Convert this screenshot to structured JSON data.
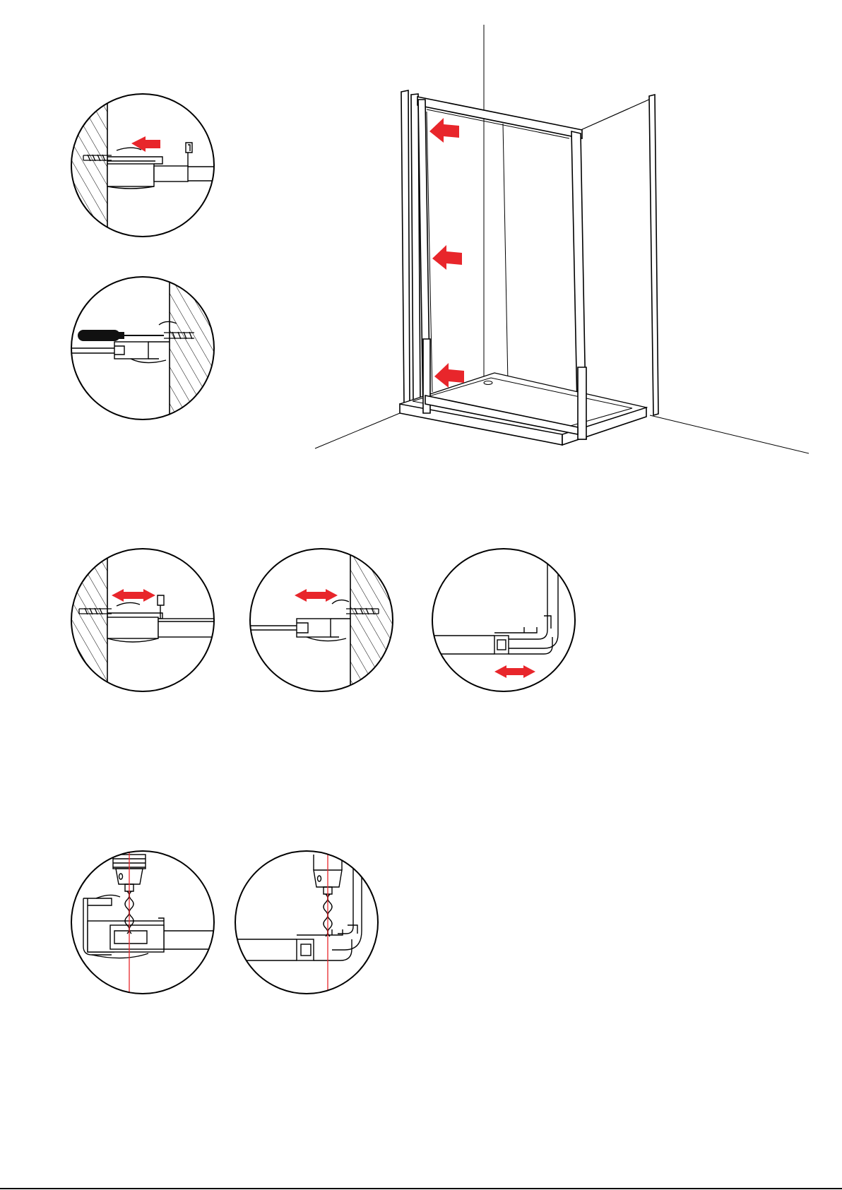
{
  "colors": {
    "stroke": "#000000",
    "arrow": "#e8262b",
    "drill_line": "#e8262b",
    "background": "#ffffff"
  },
  "figures": [
    {
      "id": "detail-wall-fix-left",
      "arrows": [
        "left"
      ]
    },
    {
      "id": "detail-screw-right",
      "arrows": []
    },
    {
      "id": "main-enclosure",
      "arrows": [
        "left",
        "left",
        "left"
      ]
    },
    {
      "id": "detail-adjust-left",
      "arrows": [
        "left",
        "right"
      ]
    },
    {
      "id": "detail-adjust-right",
      "arrows": [
        "left",
        "right"
      ]
    },
    {
      "id": "detail-adjust-corner",
      "arrows": [
        "left",
        "right"
      ]
    },
    {
      "id": "detail-drill-wall",
      "arrows": []
    },
    {
      "id": "detail-drill-corner",
      "arrows": []
    }
  ]
}
